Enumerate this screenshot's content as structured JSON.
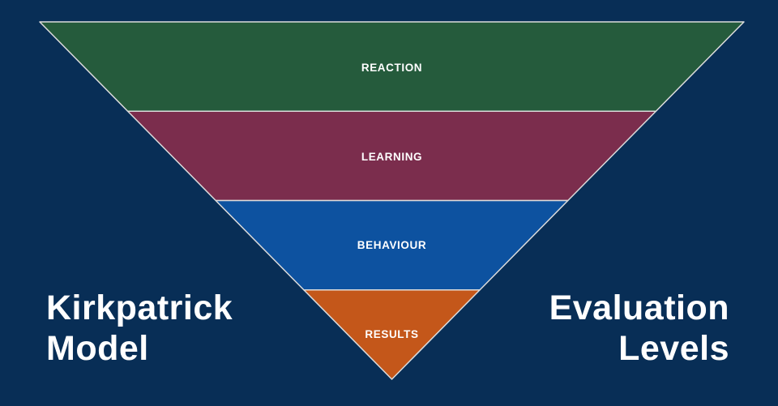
{
  "diagram": {
    "type": "inverted-pyramid-funnel",
    "levels": [
      {
        "label": "REACTION",
        "color": "#255B3C"
      },
      {
        "label": "LEARNING",
        "color": "#7B2D4D"
      },
      {
        "label": "BEHAVIOUR",
        "color": "#0D52A0"
      },
      {
        "label": "RESULTS",
        "color": "#C4571A"
      }
    ]
  },
  "titles": {
    "left": {
      "line1": "Kirkpatrick",
      "line2": "Model"
    },
    "right": {
      "line1": "Evaluation",
      "line2": "Levels"
    }
  },
  "colors": {
    "background": "#082E56",
    "outline": "#DCDCDC",
    "label_text": "#FFFFFF"
  }
}
